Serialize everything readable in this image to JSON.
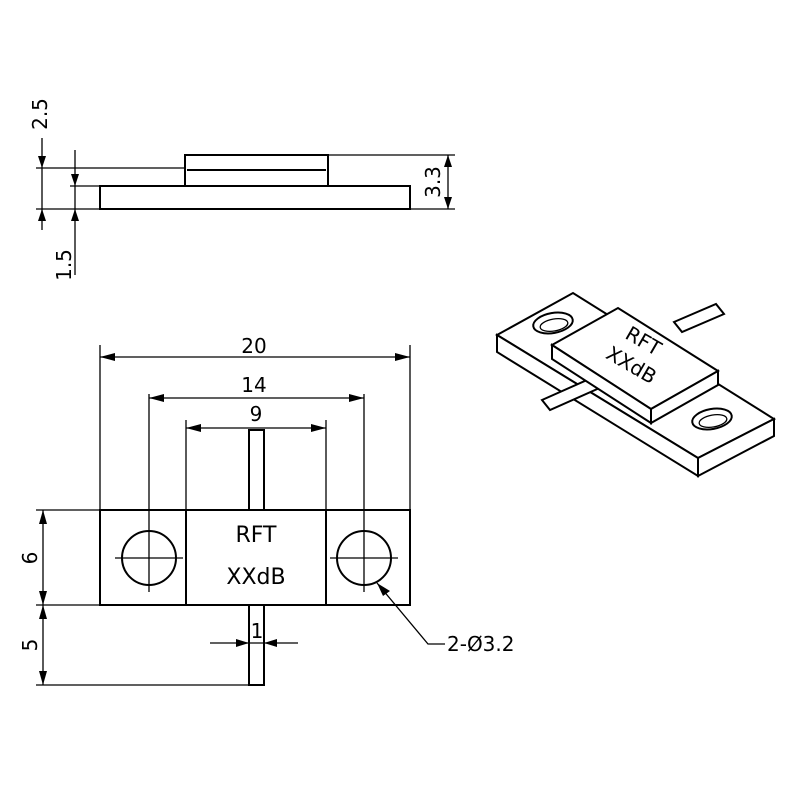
{
  "side_view": {
    "dim_top_lead": "2.5",
    "dim_bottom_flange": "1.5",
    "dim_total_height": "3.3"
  },
  "top_view": {
    "dim_total_length": "20",
    "dim_hole_spacing": "14",
    "dim_body_width": "9",
    "dim_flange_width": "6",
    "dim_lead_length": "5",
    "dim_lead_width": "1",
    "hole_callout": "2-Ø3.2",
    "marking_line1": "RFT",
    "marking_line2": "XXdB"
  },
  "iso_view": {
    "marking_line1": "RFT",
    "marking_line2": "XXdB"
  }
}
